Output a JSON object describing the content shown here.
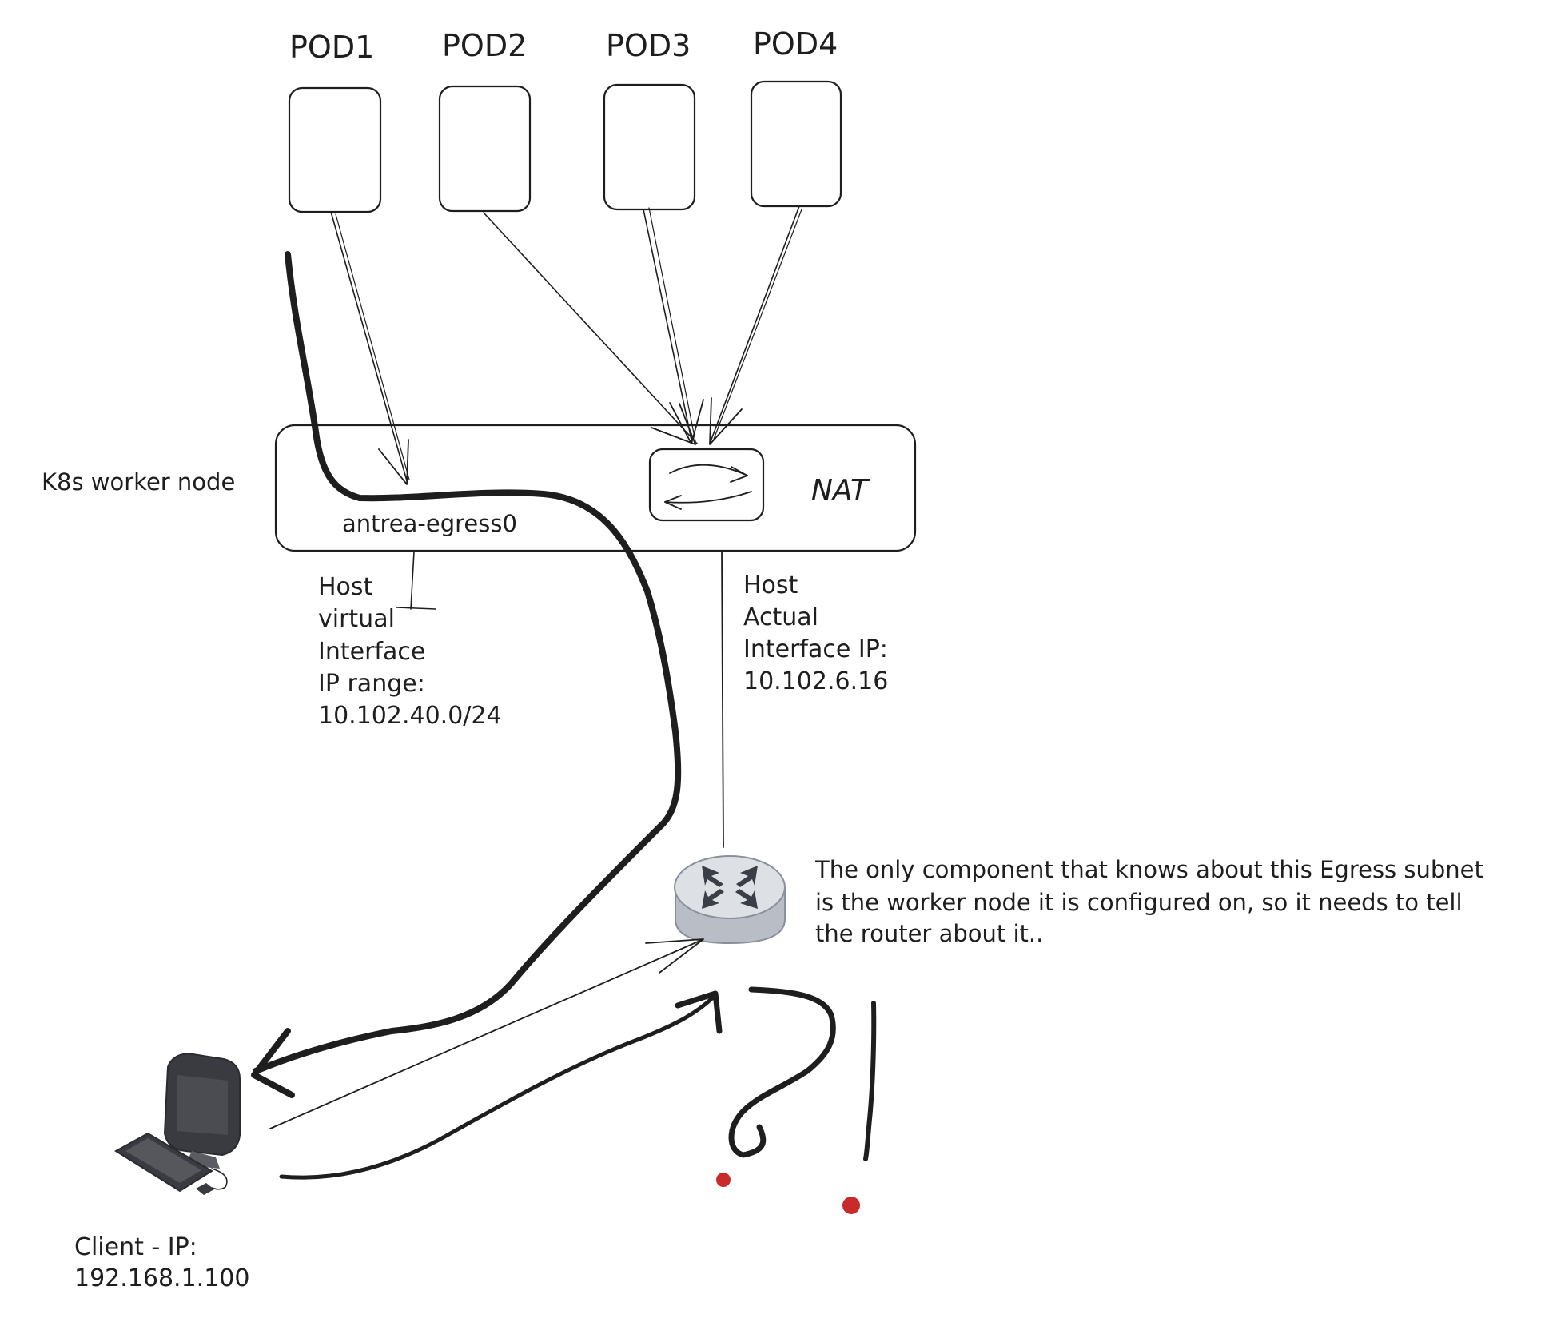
{
  "pods": [
    {
      "label": "POD1"
    },
    {
      "label": "POD2"
    },
    {
      "label": "POD3"
    },
    {
      "label": "POD4"
    }
  ],
  "worker_node": {
    "label": "K8s worker node",
    "interface_label": "antrea-egress0",
    "nat_label": "NAT"
  },
  "virtual_interface": {
    "lines": [
      "Host",
      "virtual",
      "Interface",
      "IP range:",
      "10.102.40.0/24"
    ]
  },
  "actual_interface": {
    "lines": [
      "Host",
      "Actual",
      "Interface IP:",
      "10.102.6.16"
    ]
  },
  "router_note": {
    "lines": [
      "The only component that knows about this Egress subnet",
      "is the worker node it is configured on, so it needs to tell",
      "the router about it.."
    ]
  },
  "client": {
    "lines": [
      "Client - IP:",
      "192.168.1.100"
    ]
  },
  "colors": {
    "ink": "#1e1e1e",
    "return_path": "#2b8a3e",
    "failed_path": "#c92a2a",
    "router_body": "#cfd3d9",
    "router_top": "#dde1e6",
    "computer_dark": "#3a3b40"
  },
  "icons": {
    "router": "router-icon",
    "computer": "computer-icon",
    "nat": "nat-swap-icon"
  }
}
